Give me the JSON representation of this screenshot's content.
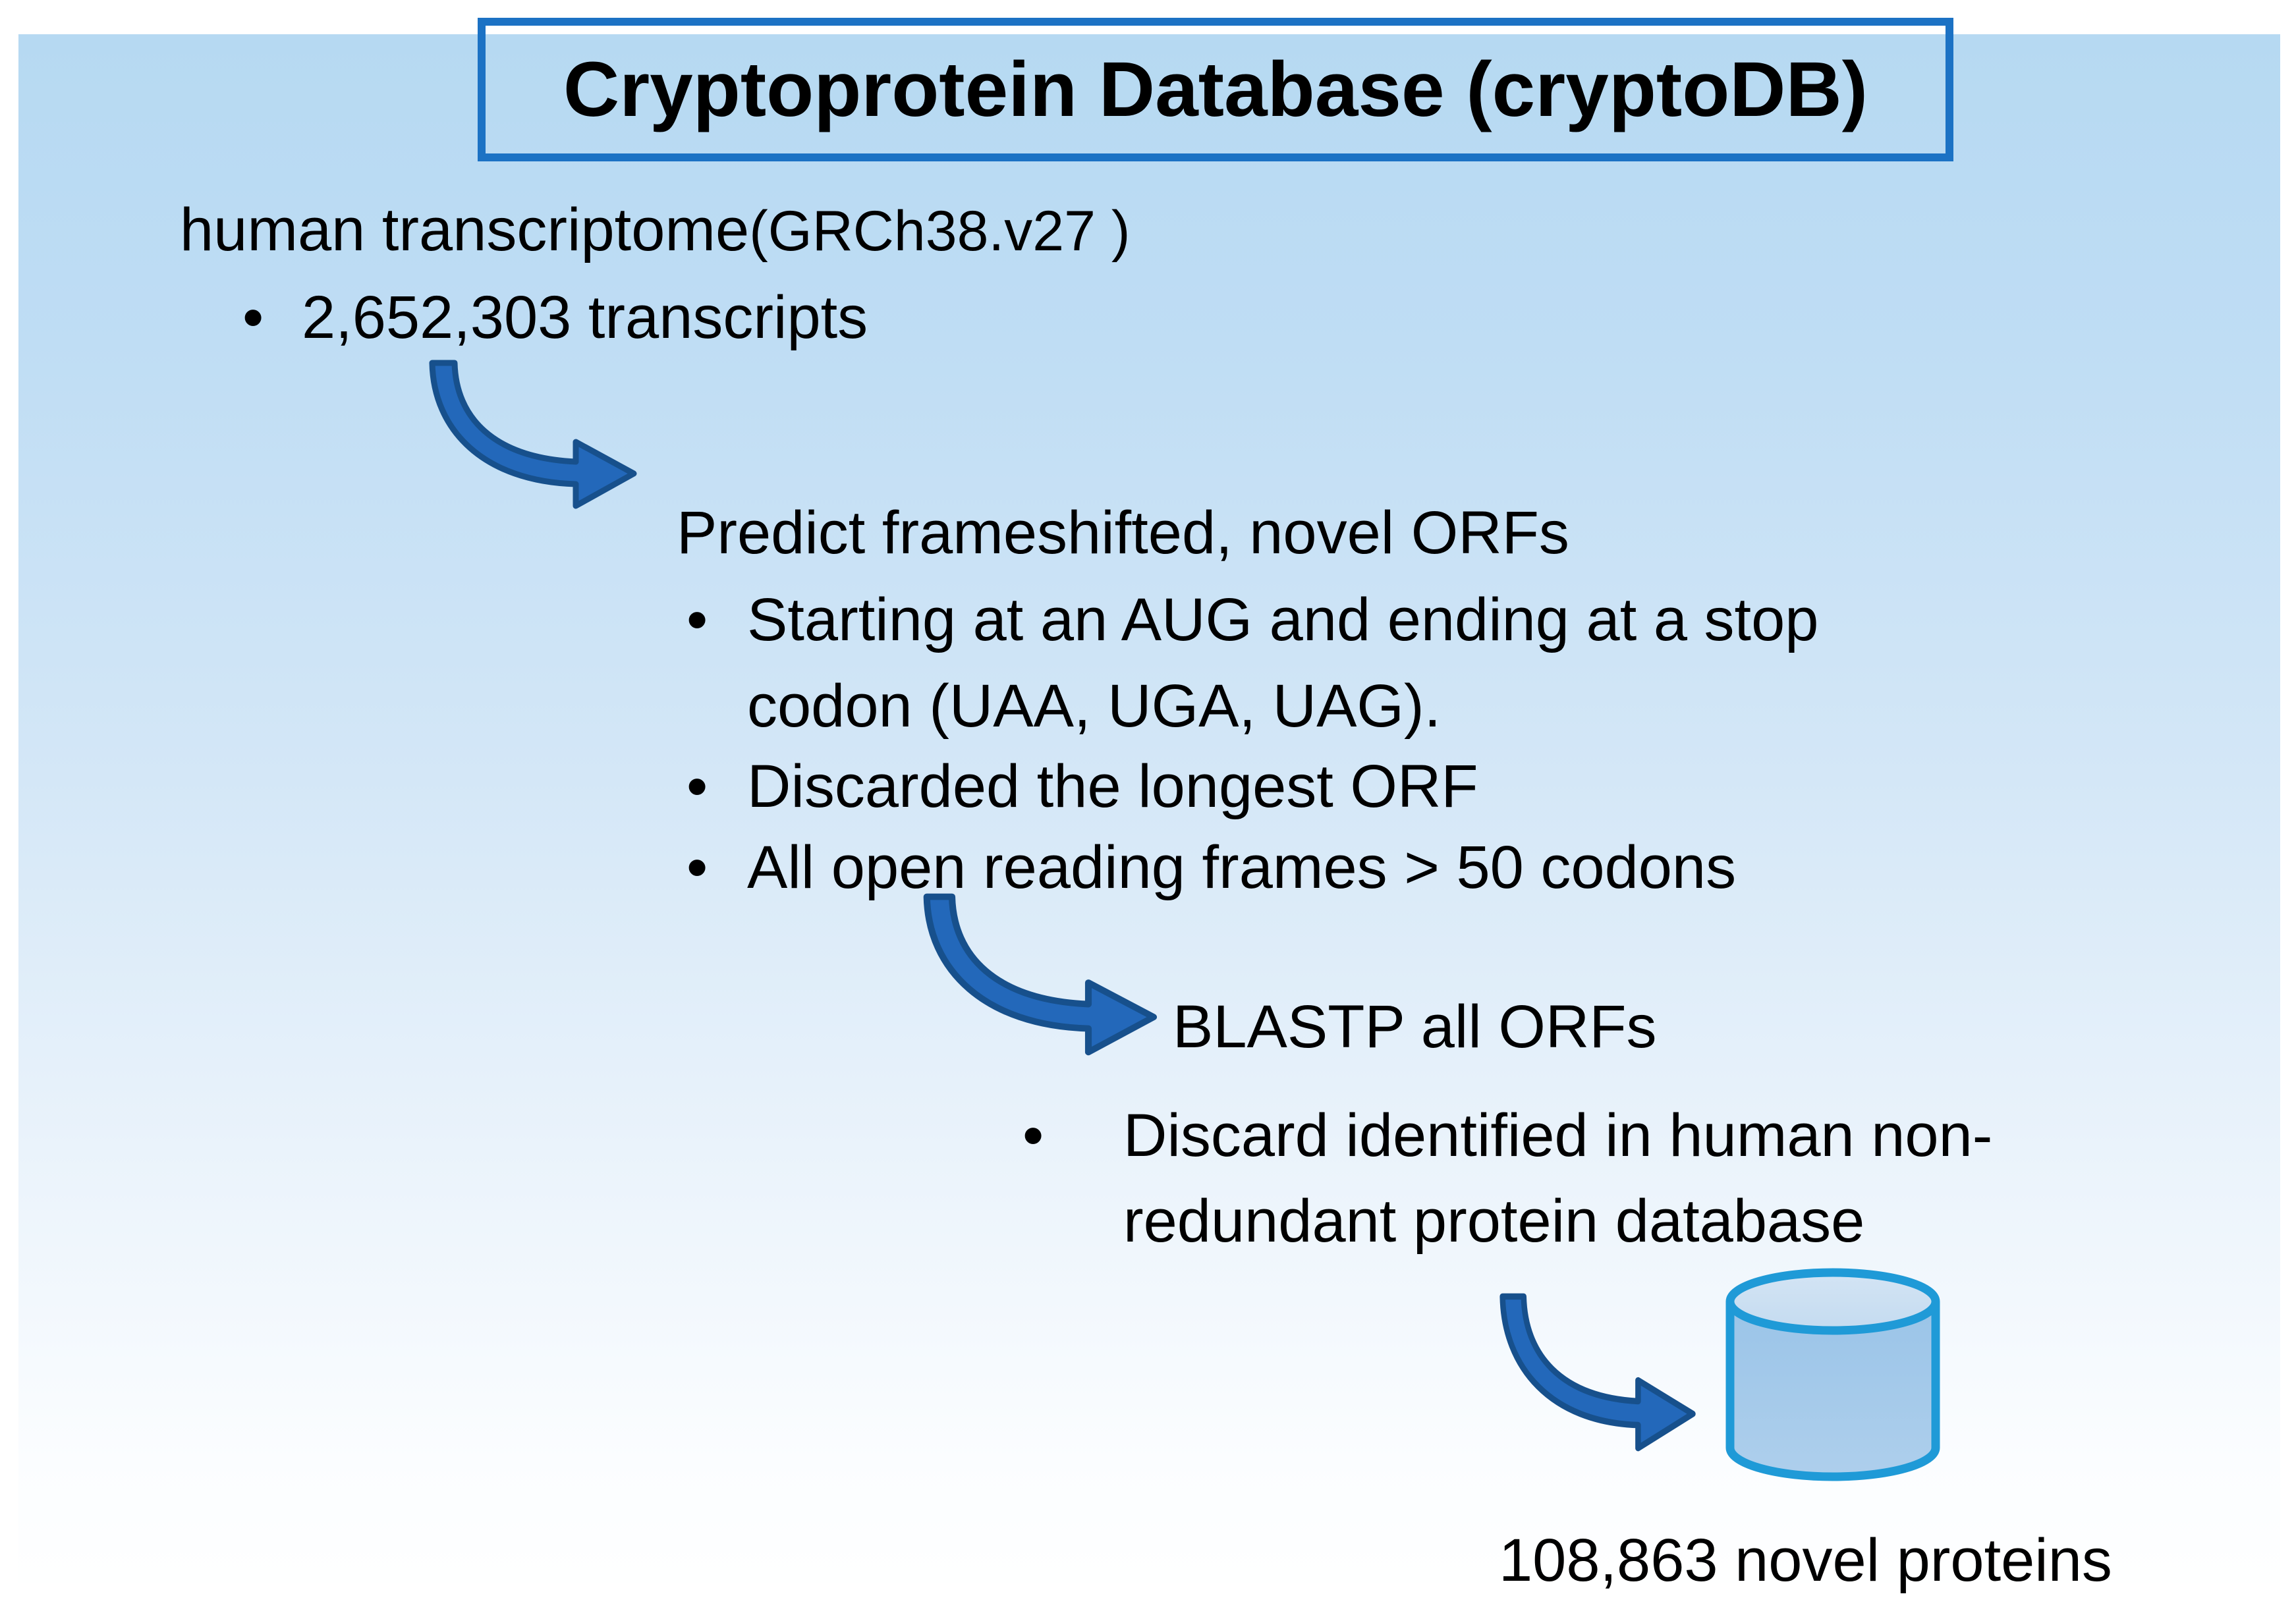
{
  "slide": {
    "title": "Cryptoprotein Database (cryptoDB)",
    "source": {
      "heading_main": "human transcriptome ",
      "heading_paren": "(GRCh38.v27 )",
      "lines": [
        {
          "bullet": "•",
          "text": "2,652,303 transcripts"
        }
      ]
    },
    "predict": {
      "heading": "Predict frameshifted, novel ORFs",
      "lines": [
        {
          "bullet": "•",
          "text": "Starting at an AUG and ending at a stop"
        },
        {
          "bullet": "",
          "text": "codon (UAA, UGA, UAG)."
        },
        {
          "bullet": "•",
          "text": "Discarded the longest ORF"
        },
        {
          "bullet": "•",
          "text": "All open reading frames > 50 codons"
        }
      ]
    },
    "blastp": {
      "heading": "BLASTP all ORFs",
      "lines": [
        {
          "bullet": "•",
          "text": "Discard identified in human non-"
        },
        {
          "bullet": "",
          "text": "redundant protein database"
        }
      ]
    },
    "result": "108,863 novel proteins",
    "icons": {
      "arrow1": "curved-arrow",
      "arrow2": "curved-arrow",
      "arrow3": "curved-arrow",
      "database": "database-cylinder"
    },
    "colors": {
      "panel_top": "#B6D9F2",
      "panel_bottom": "#FEFFFF",
      "title_border": "#1C72C4",
      "arrow_fill": "#2368BA",
      "arrow_outline": "#17508C",
      "cylinder_stroke": "#1F9AD7",
      "cylinder_body": "#9AC4E8",
      "cylinder_top": "#CDE0F2",
      "text": "#000000"
    }
  }
}
